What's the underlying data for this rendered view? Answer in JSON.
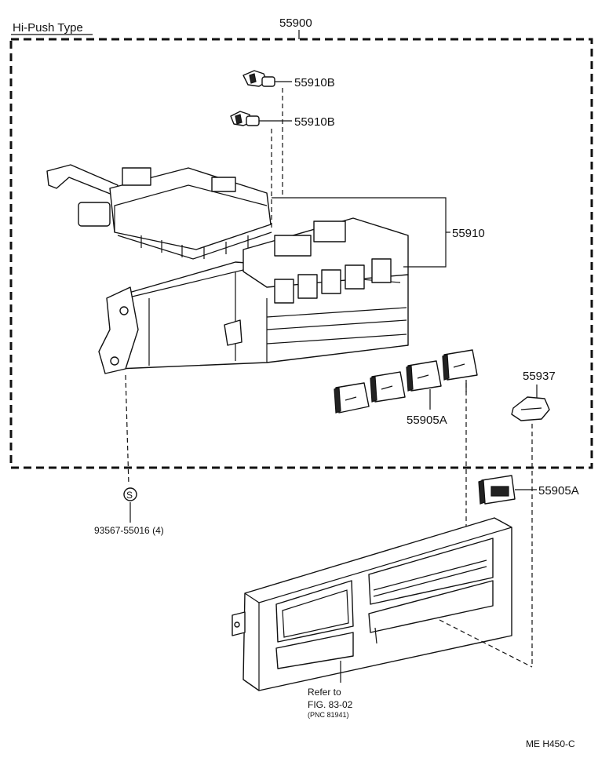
{
  "title": "Hi-Push Type",
  "assembly_number": "55900",
  "parts": {
    "bulb_upper": "55910B",
    "bulb_lower": "55910B",
    "control_assembly": "55910",
    "knob_set": "55905A",
    "switch_55937": "55937",
    "knob_single": "55905A",
    "screw": "93567-55016 (4)",
    "screw_symbol": "S"
  },
  "reference": {
    "line1": "Refer to",
    "line2": "FIG. 83-02",
    "line3": "(PNC 81941)"
  },
  "diagram_code": "ME H450-C"
}
